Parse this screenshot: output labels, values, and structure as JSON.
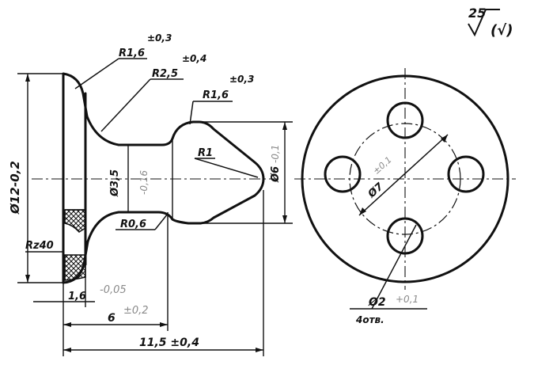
{
  "sheet": {
    "roughness_top": "25",
    "roughness_general": "(√)"
  },
  "profile_view": {
    "r16_top": "R1,6",
    "r16_top_tol": "±0,3",
    "r25": "R2,5",
    "r25_tol": "±0,4",
    "r16_right": "R1,6",
    "r16_right_tol": "±0,3",
    "r1": "R1",
    "r06": "R0,6",
    "dia35": "Ø3,5",
    "dia35_tol": "-0,16",
    "dia6": "Ø6",
    "dia6_tol": "-0,1",
    "dia12": "Ø12",
    "dia12_tol": "-0,2",
    "roughness_rz": "Rz40",
    "len16": "1,6",
    "len16_tol": "-0,05",
    "len6": "6",
    "len6_tol": "±0,2",
    "len115": "11,5 ±0,4"
  },
  "end_view": {
    "dia7": "Ø7",
    "dia7_tol": "±0,1",
    "dia2": "Ø2",
    "dia2_tol": "+0,1",
    "holes_note": "4отв."
  }
}
